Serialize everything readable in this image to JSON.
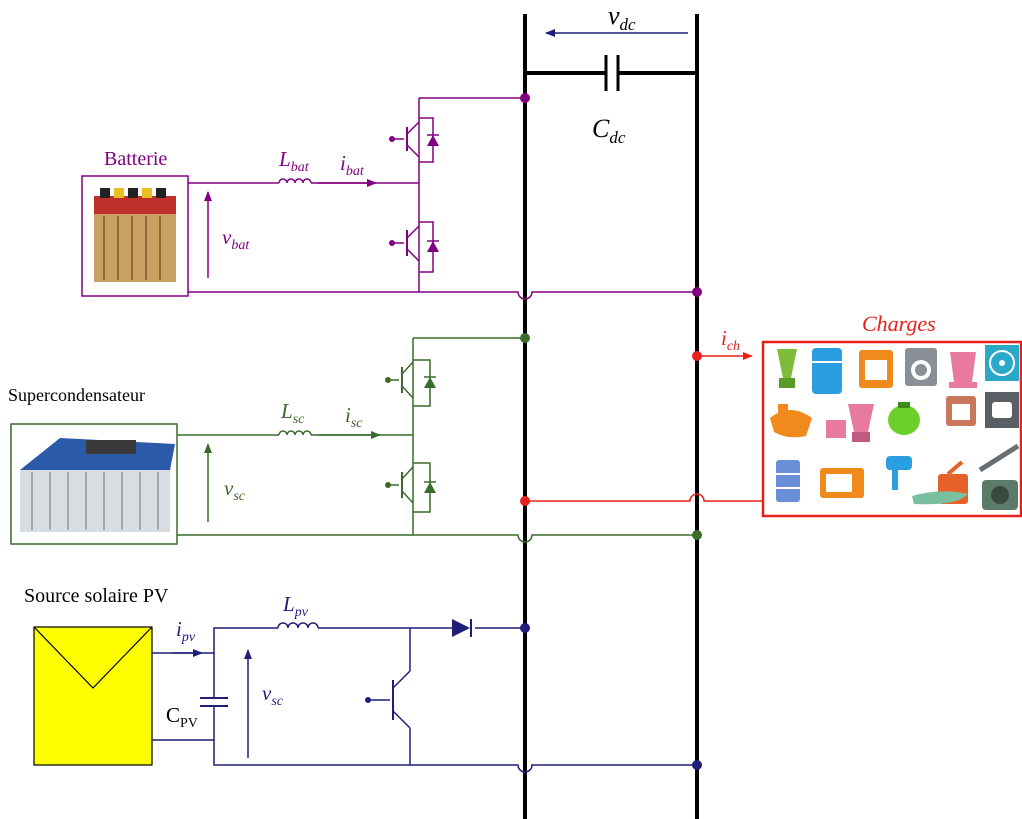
{
  "colors": {
    "battery": "#800080",
    "supercap": "#3a6b2a",
    "pv": "#1f1f7a",
    "load": "#e8201c",
    "bus": "#000000",
    "pv_panel": "#ffff00"
  },
  "bus": {
    "vdc_symbol": "v",
    "vdc_sub": "dc",
    "cdc_symbol": "C",
    "cdc_sub": "dc"
  },
  "battery": {
    "title": "Batterie",
    "inductor_symbol": "L",
    "inductor_sub": "bat",
    "current_symbol": "i",
    "current_sub": "bat",
    "voltage_symbol": "v",
    "voltage_sub": "bat"
  },
  "supercap": {
    "title": "Supercondensateur",
    "inductor_symbol": "L",
    "inductor_sub": "sc",
    "current_symbol": "i",
    "current_sub": "sc",
    "voltage_symbol": "v",
    "voltage_sub": "sc"
  },
  "pv": {
    "title": "Source solaire PV",
    "inductor_symbol": "L",
    "inductor_sub": "pv",
    "current_symbol": "i",
    "current_sub": "pv",
    "capacitor_symbol": "C",
    "capacitor_sub": "PV",
    "voltage_symbol": "v",
    "voltage_sub": "sc"
  },
  "load": {
    "title": "Charges",
    "current_symbol": "i",
    "current_sub": "ch"
  },
  "icons": [
    "blender-icon",
    "fridge-icon",
    "oven-icon",
    "washing-machine-icon",
    "kettle-icon",
    "fan-icon",
    "meat-grinder-icon",
    "food-processor-icon",
    "juicer-icon",
    "toaster-icon",
    "motor-icon",
    "steamer-icon",
    "microwave-icon",
    "hand-mixer-icon",
    "coffee-maker-icon",
    "iron-icon",
    "actuator-icon",
    "electric-motor-icon"
  ]
}
